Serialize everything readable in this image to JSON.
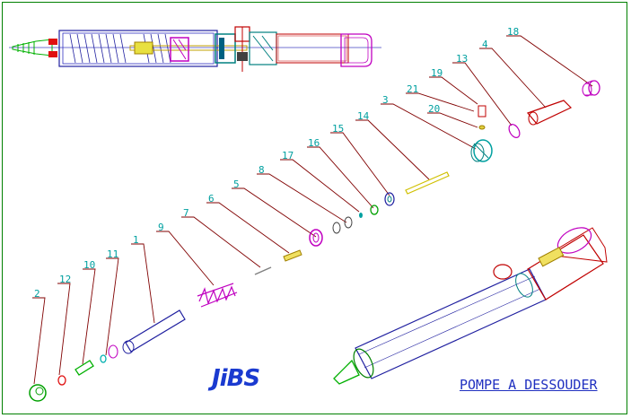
{
  "title": "POMPE A DESSOUDER",
  "logo_text": "JiBS",
  "colors": {
    "frame": "#008000",
    "label": "#00a0a0",
    "leader": "#800000",
    "title": "#2030c0",
    "logo": "#1a3ad0"
  },
  "part_labels": [
    {
      "num": "1"
    },
    {
      "num": "2"
    },
    {
      "num": "3"
    },
    {
      "num": "4"
    },
    {
      "num": "5"
    },
    {
      "num": "6"
    },
    {
      "num": "7"
    },
    {
      "num": "8"
    },
    {
      "num": "9"
    },
    {
      "num": "10"
    },
    {
      "num": "11"
    },
    {
      "num": "12"
    },
    {
      "num": "13"
    },
    {
      "num": "14"
    },
    {
      "num": "15"
    },
    {
      "num": "16"
    },
    {
      "num": "17"
    },
    {
      "num": "18"
    },
    {
      "num": "19"
    },
    {
      "num": "20"
    },
    {
      "num": "21"
    }
  ]
}
